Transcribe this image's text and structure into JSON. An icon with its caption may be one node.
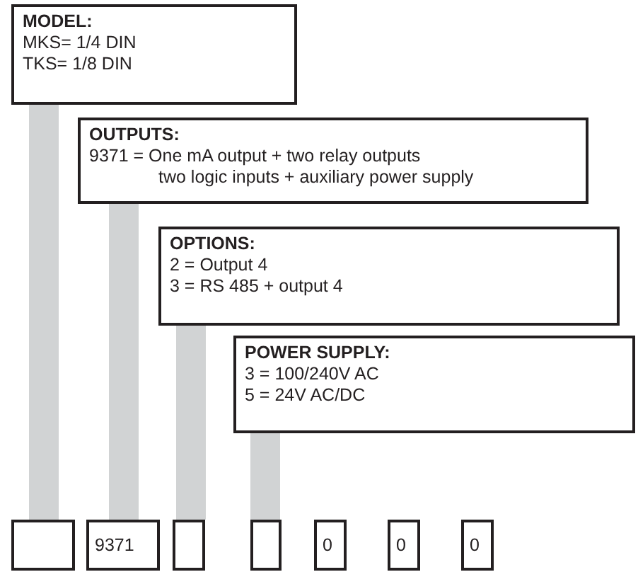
{
  "diagram": {
    "nodes": [
      {
        "text": [
          "MODEL:",
          "MKS= 1/4 DIN",
          "TKS= 1/8 DIN"
        ]
      },
      {
        "text": [
          "OUTPUTS:",
          "9371 = One mA output + two relay outputs",
          "two logic inputs + auxiliary power supply"
        ]
      },
      {
        "text": [
          "OPTIONS:",
          "2 = Output 4",
          "3 = RS 485 + output 4"
        ]
      },
      {
        "text": [
          "POWER SUPPLY:",
          "3 = 100/240V AC",
          "5 = 24V AC/DC"
        ]
      },
      {
        "text": [],
        "shape": "box"
      },
      {
        "text": [
          "9371"
        ]
      },
      {
        "text": [],
        "shape": "box"
      },
      {
        "text": [],
        "shape": "box"
      },
      {
        "text": [
          "0"
        ]
      },
      {
        "text": [
          "0"
        ]
      },
      {
        "text": [
          "0"
        ]
      }
    ],
    "edges": [
      {
        "from": 0,
        "to": 4,
        "arrow": "none"
      },
      {
        "from": 1,
        "to": 5,
        "arrow": "none"
      },
      {
        "from": 2,
        "to": 6,
        "arrow": "none"
      },
      {
        "from": 3,
        "to": 7,
        "arrow": "none"
      }
    ]
  }
}
